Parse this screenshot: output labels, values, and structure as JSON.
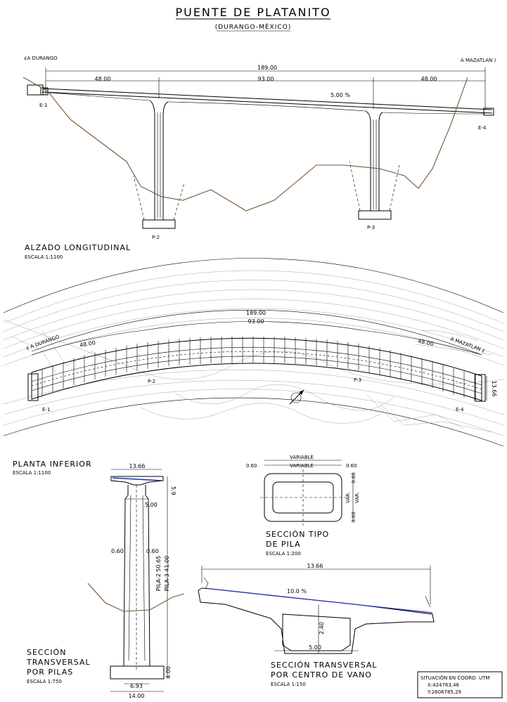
{
  "title": "PUENTE DE PLATANITO",
  "subtitle": "(DURANGO-MÉXICO)",
  "elevation": {
    "heading": "ALZADO LONGITUDINAL",
    "scale": "ESCALA 1:1100",
    "dir_left": "¢A DURANGO",
    "dir_right": "A MAZATLAN )",
    "total": "189.00",
    "span1": "48.00",
    "span2": "93.00",
    "span3": "48.00",
    "slope": "5.00 %",
    "e1": "E-1",
    "e4": "E-4",
    "p2": "P-2",
    "p3": "P-3"
  },
  "plan": {
    "heading": "PLANTA INFERIOR",
    "scale": "ESCALA 1:1100",
    "total": "189.00",
    "span2": "93.00",
    "span1": "48.00",
    "span3": "48.00",
    "dir_left": "¢ A DURANGO",
    "dir_right": "A MAZATLAN ¢",
    "p2": "P-2",
    "p3": "P-3",
    "e1": "E-1",
    "e4": "E-4",
    "width": "13.66"
  },
  "pier_section": {
    "heading_line1": "SECCIÓN",
    "heading_line2": "TRANSVERSAL",
    "heading_line3": "POR PILAS",
    "scale": "ESCALA 1:750",
    "deck_width": "13.66",
    "top_dim": "5.00",
    "deck_depth": "5.9",
    "wall_left": "0.60",
    "wall_right": "0.60",
    "height_p2": "PILA-2 50.65",
    "height_p3": "PILA-3 41.00",
    "footing_h": "4.00",
    "base_inner": "6.93",
    "base_outer": "14.00"
  },
  "pile_section": {
    "heading_line1": "SECCIÓN TIPO",
    "heading_line2": "DE PILA",
    "scale": "ESCALA 1:200",
    "var1": "VARIABLE",
    "var2": "VARIABLE",
    "left": "0.60",
    "right": "0.60",
    "top_wall": "0.60",
    "bottom_wall": "0.60",
    "var_a": "VAR.",
    "var_b": "VAR."
  },
  "deck_section": {
    "heading_line1": "SECCIÓN TRANSVERSAL",
    "heading_line2": "POR CENTRO DE VANO",
    "scale": "ESCALA 1:150",
    "width": "13.66",
    "slope": "10.0 %",
    "depth": "2.40",
    "box_width": "5.00"
  },
  "utm": {
    "line1": "SITUACIÓN EN COORD. UTM",
    "line2": "X:424763,46",
    "line3": "Y:2606785,29"
  },
  "colors": {
    "terrain": "#7a5533",
    "deck_slope": "#1a2fb0",
    "contour": "#9a9a9a",
    "deck_fill": "#dcdcdc"
  }
}
